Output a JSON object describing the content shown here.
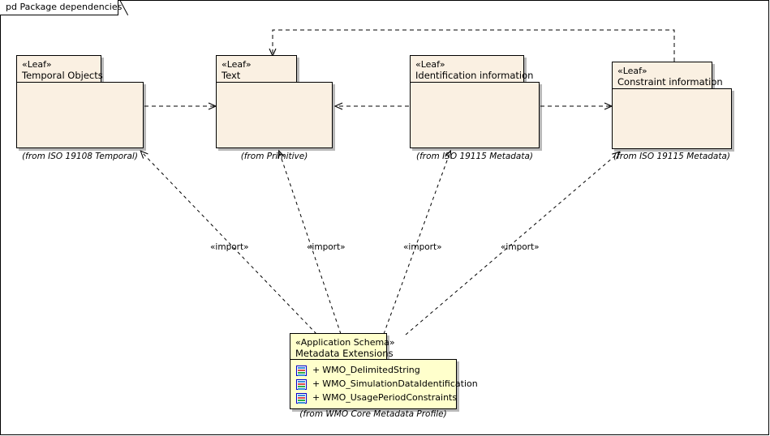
{
  "frame": {
    "tab_label": "pd Package dependencies"
  },
  "packages": [
    {
      "id": "temporal-objects",
      "stereotype": "«Leaf»",
      "name": "Temporal Objects",
      "from": "(from ISO 19108 Temporal)",
      "fill": "#faf0e2"
    },
    {
      "id": "text",
      "stereotype": "«Leaf»",
      "name": "Text",
      "from": "(from Primitive)",
      "fill": "#faf0e2"
    },
    {
      "id": "identification-information",
      "stereotype": "«Leaf»",
      "name": "Identification information",
      "from": "(from ISO 19115 Metadata)",
      "fill": "#faf0e2"
    },
    {
      "id": "constraint-information",
      "stereotype": "«Leaf»",
      "name": "Constraint information",
      "from": "(from ISO 19115 Metadata)",
      "fill": "#faf0e2"
    },
    {
      "id": "metadata-extensions",
      "stereotype": "«Application Schema»",
      "name": "Metadata Extensions",
      "from": "(from WMO Core Metadata Profile)",
      "fill": "#ffffcc",
      "members": [
        {
          "visibility": "+",
          "name": "WMO_DelimitedString",
          "icon": "class-icon"
        },
        {
          "visibility": "+",
          "name": "WMO_SimulationDataIdentification",
          "icon": "class-icon"
        },
        {
          "visibility": "+",
          "name": "WMO_UsagePeriodConstraints",
          "icon": "class-icon"
        }
      ]
    }
  ],
  "connectors": [
    {
      "id": "temporal-to-text",
      "label": "",
      "from": "temporal-objects",
      "to": "text",
      "style": "dashed-open-arrow"
    },
    {
      "id": "identification-to-text",
      "label": "",
      "from": "identification-information",
      "to": "text",
      "style": "dashed-open-arrow"
    },
    {
      "id": "identification-to-constraint",
      "label": "",
      "from": "identification-information",
      "to": "constraint-information",
      "style": "dashed-open-arrow"
    },
    {
      "id": "constraint-to-text",
      "label": "",
      "from": "constraint-information",
      "to": "text",
      "style": "dashed-open-arrow"
    },
    {
      "id": "import-temporal",
      "label": "«import»",
      "from": "metadata-extensions",
      "to": "temporal-objects",
      "style": "dashed-open-arrow"
    },
    {
      "id": "import-text",
      "label": "«import»",
      "from": "metadata-extensions",
      "to": "text",
      "style": "dashed-open-arrow"
    },
    {
      "id": "import-identification",
      "label": "«import»",
      "from": "metadata-extensions",
      "to": "identification-information",
      "style": "dashed-open-arrow"
    },
    {
      "id": "import-constraint",
      "label": "«import»",
      "from": "metadata-extensions",
      "to": "constraint-information",
      "style": "dashed-open-arrow"
    }
  ],
  "import_labels": {
    "temporal": "«import»",
    "text": "«import»",
    "identification": "«import»",
    "constraint": "«import»"
  },
  "colors": {
    "package_cream": "#faf0e2",
    "package_yellow": "#ffffcc",
    "line": "#000000",
    "border": "#000000"
  }
}
